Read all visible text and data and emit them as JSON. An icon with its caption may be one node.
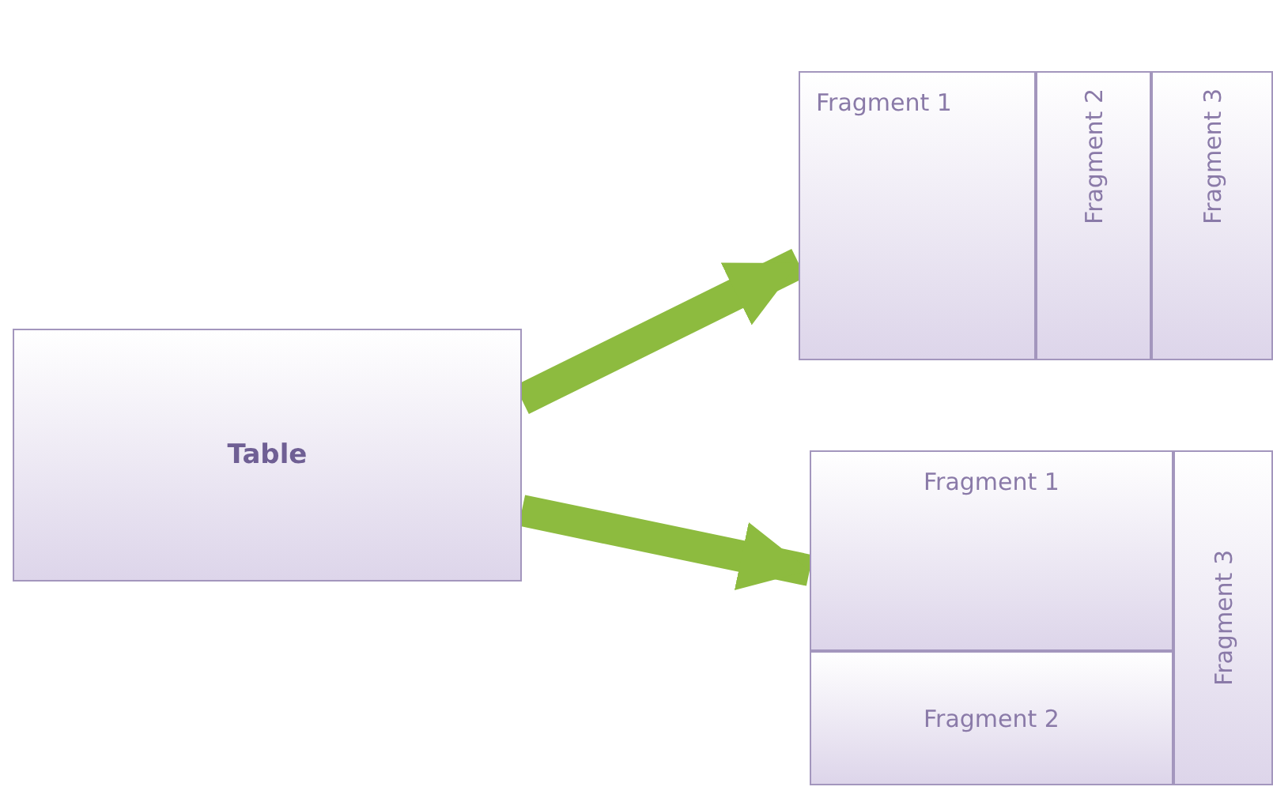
{
  "diagram": {
    "nodes": [
      {
        "text": [
          "Table"
        ]
      },
      {
        "text": [],
        "shape": "box"
      },
      {
        "text": [
          "Fragment 1"
        ],
        "in": 1
      },
      {
        "text": [
          "Fragment 2"
        ],
        "in": 1
      },
      {
        "text": [
          "Fragment 3"
        ],
        "in": 1
      },
      {
        "text": [],
        "shape": "box"
      },
      {
        "text": [
          "Fragment 1"
        ],
        "in": 5
      },
      {
        "text": [
          "Fragment 2"
        ],
        "in": 5
      },
      {
        "text": [
          "Fragment 3"
        ],
        "in": 5
      }
    ],
    "edges": [
      {
        "from": 0,
        "to": 1,
        "arrow": "to"
      },
      {
        "from": 0,
        "to": 5,
        "arrow": "to"
      }
    ]
  }
}
